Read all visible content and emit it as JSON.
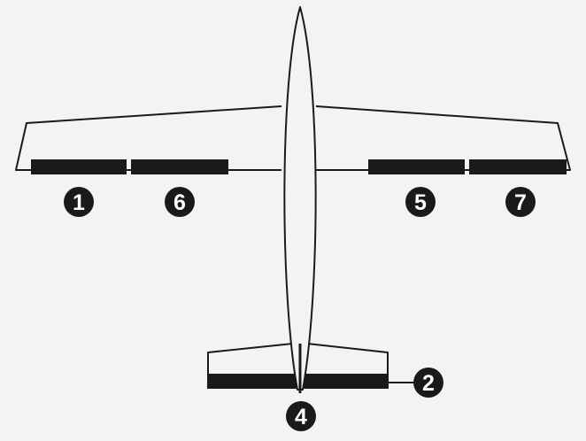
{
  "colors": {
    "background": "#f3f3f3",
    "outline": "#1a1a1a",
    "surface": "#1a1a1a",
    "badge": "#1a1a1a",
    "badge_text": "#ffffff"
  },
  "markers": {
    "left_outer_aileron": "1",
    "elevator": "2",
    "rudder": "4",
    "right_inner_flap": "5",
    "left_inner_flap": "6",
    "right_outer_aileron": "7"
  }
}
